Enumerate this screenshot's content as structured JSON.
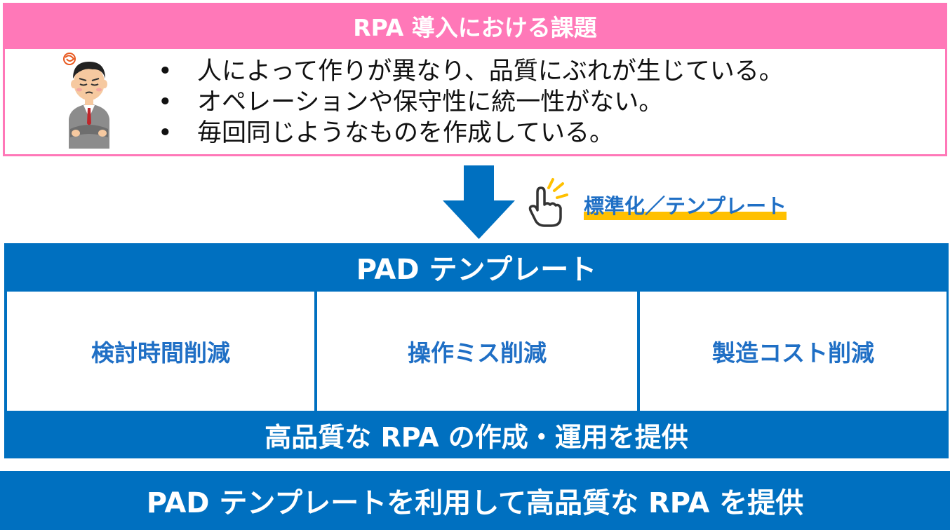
{
  "colors": {
    "pink": "#FF78B8",
    "blue": "#0070C0",
    "blue_text": "#1F6FC5",
    "yellow": "#FFC000"
  },
  "problem": {
    "title": "RPA 導入における課題",
    "issues": [
      "人によって作りが異なり、品質にぶれが生じている。",
      "オペレーションや保守性に統一性がない。",
      "毎回同じようなものを作成している。"
    ],
    "bullet": "•"
  },
  "transition": {
    "label": "標準化／テンプレート"
  },
  "template": {
    "title": "PAD テンプレート",
    "benefits": [
      "検討時間削減",
      "操作ミス削減",
      "製造コスト削減"
    ],
    "footer": "高品質な RPA の作成・運用を提供"
  },
  "conclusion": "PAD テンプレートを利用して高品質な RPA を提供",
  "icons": [
    "worried-person-icon",
    "down-arrow-icon",
    "pointing-hand-icon"
  ]
}
